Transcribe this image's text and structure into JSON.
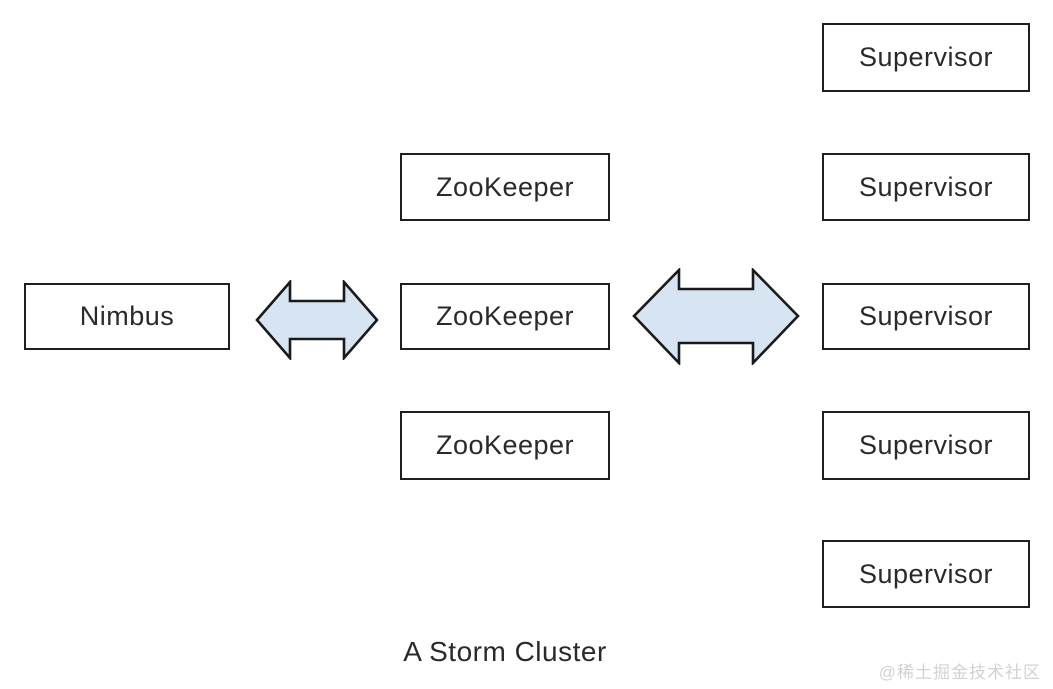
{
  "diagram": {
    "caption": "A Storm Cluster",
    "nimbus": {
      "label": "Nimbus"
    },
    "zookeepers": [
      {
        "label": "ZooKeeper"
      },
      {
        "label": "ZooKeeper"
      },
      {
        "label": "ZooKeeper"
      }
    ],
    "supervisors": [
      {
        "label": "Supervisor"
      },
      {
        "label": "Supervisor"
      },
      {
        "label": "Supervisor"
      },
      {
        "label": "Supervisor"
      },
      {
        "label": "Supervisor"
      }
    ],
    "arrows": [
      {
        "name": "nimbus-zookeeper-link",
        "type": "double-headed-horizontal"
      },
      {
        "name": "zookeeper-supervisor-link",
        "type": "double-headed-horizontal"
      }
    ]
  },
  "watermark": "@稀土掘金技术社区",
  "colors": {
    "arrow-fill": "#d7e4f1",
    "arrow-stroke": "#1a1a1a",
    "box-border": "#1f1f1f",
    "box-fill": "#ffffff",
    "text": "#2a2a2a",
    "watermark": "#d2d2d2",
    "bg": "#ffffff"
  }
}
